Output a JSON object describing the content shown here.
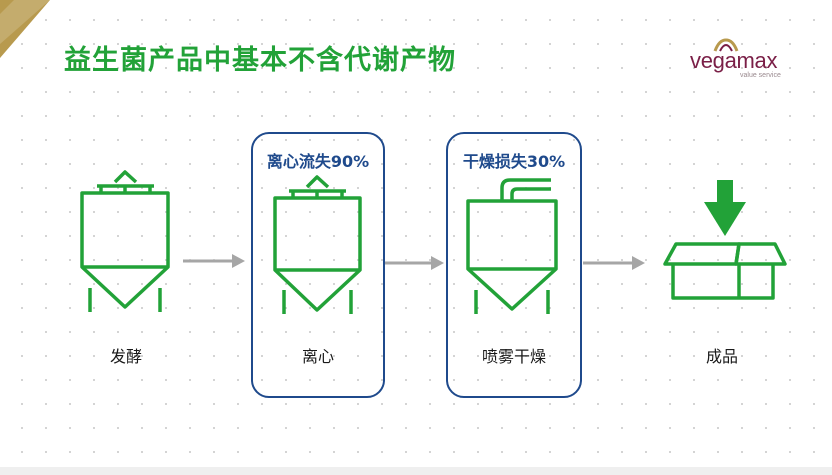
{
  "title": "益生菌产品中基本不含代谢产物",
  "logo": {
    "name": "vegamax",
    "tagline": "value service"
  },
  "steps": [
    {
      "label": "发酵",
      "icon": "fermenter-tank-icon"
    },
    {
      "label": "离心",
      "icon": "centrifuge-tank-icon",
      "loss": "离心流失90%"
    },
    {
      "label": "喷雾干燥",
      "icon": "spray-dryer-tank-icon",
      "loss": "干燥损失30%"
    },
    {
      "label": "成品",
      "icon": "product-box-icon"
    }
  ],
  "colors": {
    "green": "#22a238",
    "navy": "#1f4a8c",
    "arrow": "#a6a6a6",
    "brand": "#7a1f47",
    "gold": "#b89a4e"
  }
}
